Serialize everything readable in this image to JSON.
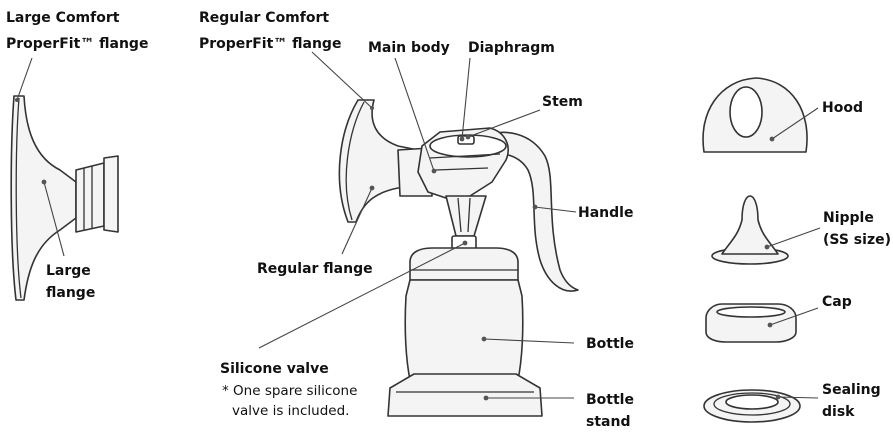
{
  "labels": {
    "large_comfort_1": "Large Comfort",
    "large_comfort_2": "ProperFit™ flange",
    "regular_comfort_1": "Regular Comfort",
    "regular_comfort_2": "ProperFit™ flange",
    "main_body": "Main body",
    "diaphragm": "Diaphragm",
    "stem": "Stem",
    "handle": "Handle",
    "large_flange_1": "Large",
    "large_flange_2": "flange",
    "regular_flange": "Regular flange",
    "silicone_valve": "Silicone valve",
    "note_1": "* One spare silicone",
    "note_2": "valve is included.",
    "bottle": "Bottle",
    "bottle_stand_1": "Bottle",
    "bottle_stand_2": "stand",
    "hood": "Hood",
    "nipple_1": "Nipple",
    "nipple_2": "(SS size)",
    "cap": "Cap",
    "sealing_disk_1": "Sealing",
    "sealing_disk_2": "disk"
  }
}
